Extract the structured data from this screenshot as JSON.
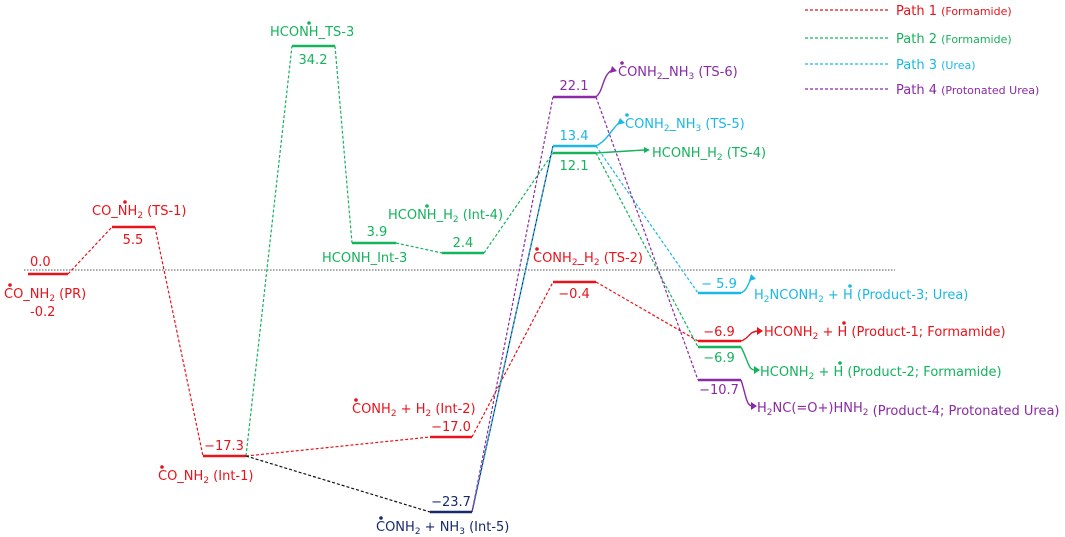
{
  "colors": {
    "path1": "#e8131b",
    "path2": "#14b35c",
    "path3": "#1ab8e6",
    "path4": "#8a2aa4",
    "int5": "#172a6e",
    "black": "#111111",
    "ref": "#555555"
  },
  "legend": [
    {
      "label": "Path 1",
      "note": "(Formamide)",
      "color": "#e8131b"
    },
    {
      "label": "Path 2",
      "note": "(Formamide)",
      "color": "#14b35c"
    },
    {
      "label": "Path 3",
      "note": "(Urea)",
      "color": "#1ab8e6"
    },
    {
      "label": "Path 4",
      "note": "(Protonated Urea)",
      "color": "#8a2aa4"
    }
  ],
  "energy_levels": [
    {
      "id": "PR",
      "value": "0.0",
      "value2": "-0.2",
      "color": "#e8131b"
    },
    {
      "id": "TS1",
      "value": "5.5",
      "color": "#e8131b"
    },
    {
      "id": "Int1",
      "value": "−17.3",
      "color": "#e8131b"
    },
    {
      "id": "TS3",
      "value": "34.2",
      "color": "#14b35c"
    },
    {
      "id": "Int3",
      "value": "3.9",
      "color": "#14b35c"
    },
    {
      "id": "Int4",
      "value": "2.4",
      "color": "#14b35c"
    },
    {
      "id": "Int2",
      "value": "−17.0",
      "color": "#e8131b"
    },
    {
      "id": "Int5",
      "value": "−23.7",
      "color": "#172a6e"
    },
    {
      "id": "TS6",
      "value": "22.1",
      "color": "#8a2aa4"
    },
    {
      "id": "TS5",
      "value": "13.4",
      "color": "#1ab8e6"
    },
    {
      "id": "TS4",
      "value": "12.1",
      "color": "#14b35c"
    },
    {
      "id": "TS2",
      "value": "−0.4",
      "color": "#e8131b"
    },
    {
      "id": "P3",
      "value": "− 5.9",
      "color": "#1ab8e6"
    },
    {
      "id": "P1",
      "value": "−6.9",
      "color": "#e8131b"
    },
    {
      "id": "P2",
      "value": "−6.9",
      "color": "#14b35c"
    },
    {
      "id": "P4",
      "value": "−10.7",
      "color": "#8a2aa4"
    }
  ],
  "species_labels": {
    "PR": {
      "pre": "CO_NH",
      "sub": "2",
      "post": " (PR)"
    },
    "TS1": {
      "pre": "CO_NH",
      "sub": "2",
      "post": " (TS-1)"
    },
    "Int1": {
      "pre": "CO_NH",
      "sub": "2",
      "post": " (Int-1)"
    },
    "TS3": {
      "pre": "HCONH_TS-3",
      "sub": "",
      "post": ""
    },
    "Int3": {
      "pre": "HCONH_Int-3",
      "sub": "",
      "post": ""
    },
    "Int4": {
      "pre": "HCONH_H",
      "sub": "2",
      "post": " (Int-4)"
    },
    "Int2": {
      "pre": "CONH",
      "sub": "2",
      "post": " + H",
      "sub2": "2",
      "post2": " (Int-2)"
    },
    "Int5": {
      "pre": "CONH",
      "sub": "2",
      "post": " + NH",
      "sub2": "3",
      "post2": " (Int-5)"
    },
    "TS6": {
      "pre": "CONH",
      "sub": "2",
      "post": "_NH",
      "sub2": "3",
      "post2": " (TS-6)"
    },
    "TS5": {
      "pre": "CONH",
      "sub": "2",
      "post": "_NH",
      "sub2": "3",
      "post2": " (TS-5)"
    },
    "TS4": {
      "pre": "HCONH_H",
      "sub": "2",
      "post": " (TS-4)"
    },
    "TS2": {
      "pre": "CONH",
      "sub": "2",
      "post": "_H",
      "sub2": "2",
      "post2": " (TS-2)"
    },
    "P3": {
      "pre": "H",
      "sub": "2",
      "post": "NCONH",
      "sub2": "2",
      "post2": " + H",
      "tail": " (Product-3; Urea)"
    },
    "P1": {
      "pre": "HCONH",
      "sub": "2",
      "post": " + H",
      "tail": " (Product-1; Formamide)"
    },
    "P2": {
      "pre": "HCONH",
      "sub": "2",
      "post": " + H",
      "tail": " (Product-2; Formamide)"
    },
    "P4": {
      "pre": "H",
      "sub": "2",
      "post": "NC(=O+)HNH",
      "sub2": "2",
      "post2": "",
      "tail": " (Product-4; Protonated Urea)"
    }
  }
}
